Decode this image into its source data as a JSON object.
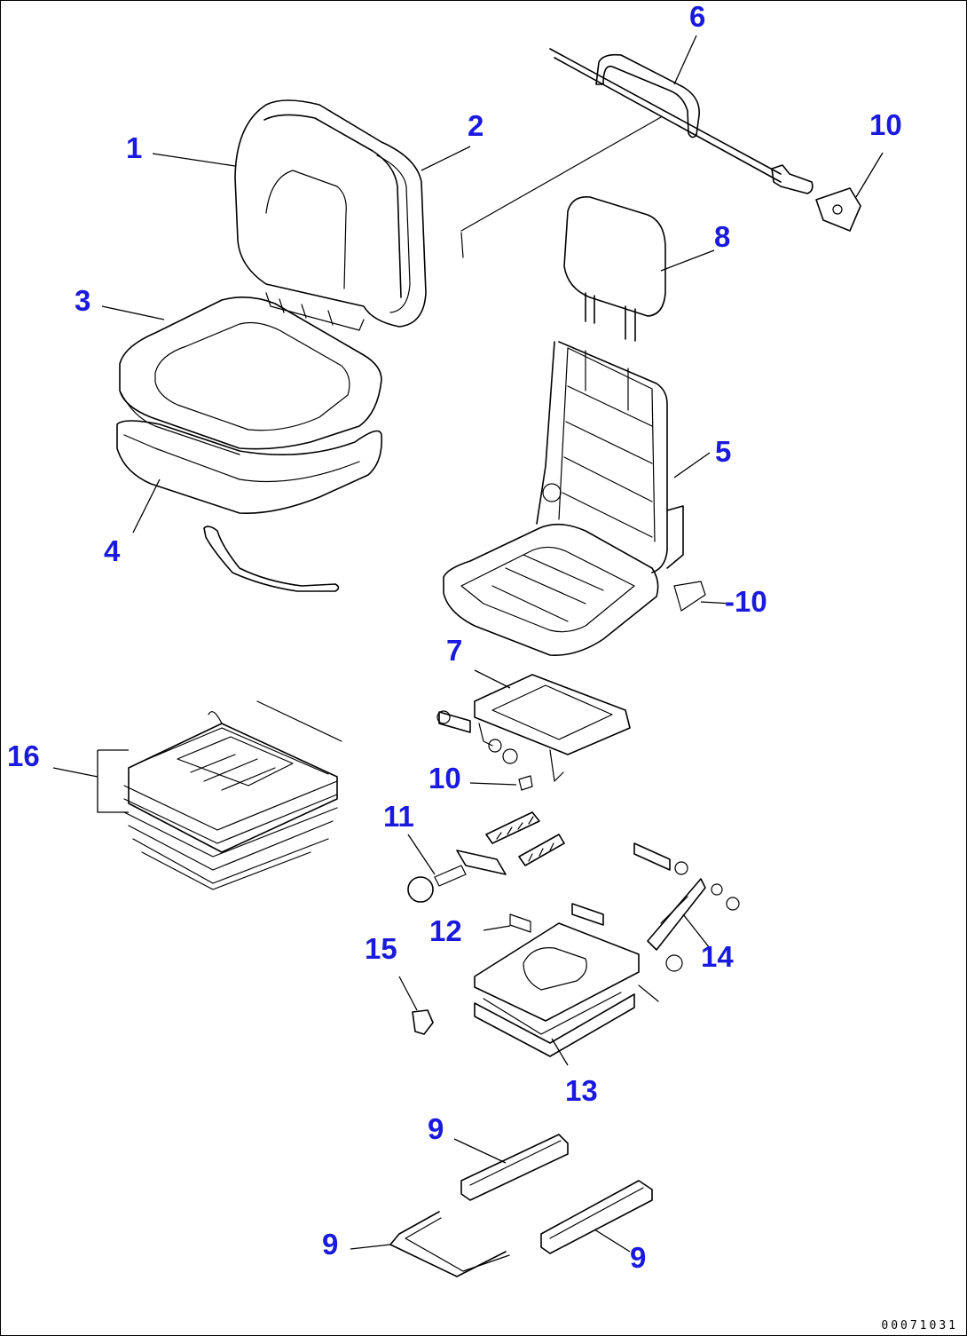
{
  "diagram": {
    "callouts": [
      {
        "id": "c1",
        "label": "1"
      },
      {
        "id": "c2",
        "label": "2"
      },
      {
        "id": "c3",
        "label": "3"
      },
      {
        "id": "c4",
        "label": "4"
      },
      {
        "id": "c5",
        "label": "5"
      },
      {
        "id": "c6",
        "label": "6"
      },
      {
        "id": "c7",
        "label": "7"
      },
      {
        "id": "c8",
        "label": "8"
      },
      {
        "id": "c9a",
        "label": "9"
      },
      {
        "id": "c9b",
        "label": "9"
      },
      {
        "id": "c9c",
        "label": "9"
      },
      {
        "id": "c10a",
        "label": "10"
      },
      {
        "id": "c10b",
        "label": "-10"
      },
      {
        "id": "c10c",
        "label": "10"
      },
      {
        "id": "c11",
        "label": "11"
      },
      {
        "id": "c12",
        "label": "12"
      },
      {
        "id": "c13",
        "label": "13"
      },
      {
        "id": "c14",
        "label": "14"
      },
      {
        "id": "c15",
        "label": "15"
      },
      {
        "id": "c16",
        "label": "16"
      }
    ],
    "drawing_number": "00071031"
  },
  "colors": {
    "callout": "#1a1adf",
    "line": "#000000",
    "background": "#ffffff"
  }
}
